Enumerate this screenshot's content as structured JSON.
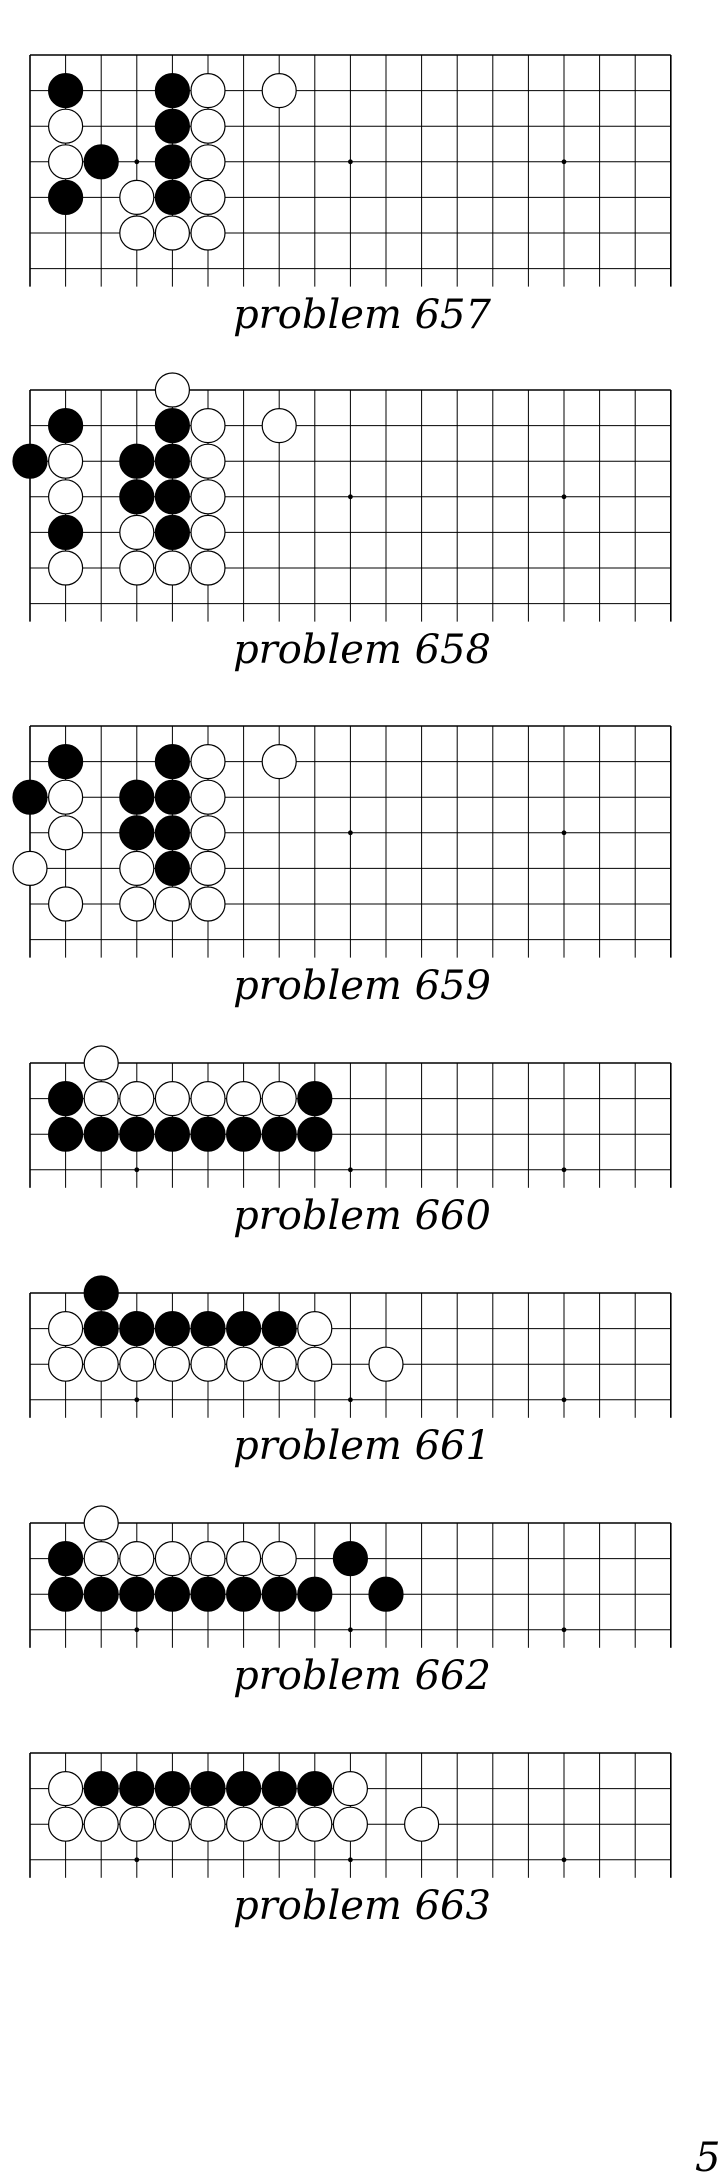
{
  "problems": [
    {
      "caption": "problem 657",
      "rows": 7,
      "bottom_open": true,
      "hoshi_row": 3,
      "black": [
        [
          1,
          1
        ],
        [
          1,
          4
        ],
        [
          2,
          4
        ],
        [
          3,
          2
        ],
        [
          3,
          4
        ],
        [
          4,
          1
        ],
        [
          4,
          4
        ]
      ],
      "white": [
        [
          1,
          5
        ],
        [
          1,
          7
        ],
        [
          2,
          1
        ],
        [
          2,
          5
        ],
        [
          3,
          1
        ],
        [
          3,
          5
        ],
        [
          4,
          3
        ],
        [
          4,
          5
        ],
        [
          5,
          3
        ],
        [
          5,
          4
        ],
        [
          5,
          5
        ]
      ]
    },
    {
      "caption": "problem 658",
      "rows": 7,
      "bottom_open": true,
      "hoshi_row": 3,
      "black": [
        [
          1,
          1
        ],
        [
          1,
          4
        ],
        [
          2,
          0
        ],
        [
          2,
          3
        ],
        [
          2,
          4
        ],
        [
          3,
          3
        ],
        [
          3,
          4
        ],
        [
          4,
          1
        ],
        [
          4,
          4
        ]
      ],
      "white": [
        [
          0,
          4
        ],
        [
          1,
          5
        ],
        [
          1,
          7
        ],
        [
          2,
          1
        ],
        [
          2,
          5
        ],
        [
          3,
          1
        ],
        [
          3,
          5
        ],
        [
          4,
          3
        ],
        [
          4,
          5
        ],
        [
          5,
          1
        ],
        [
          5,
          3
        ],
        [
          5,
          4
        ],
        [
          5,
          5
        ]
      ]
    },
    {
      "caption": "problem 659",
      "rows": 7,
      "bottom_open": true,
      "hoshi_row": 3,
      "black": [
        [
          1,
          1
        ],
        [
          1,
          4
        ],
        [
          2,
          0
        ],
        [
          2,
          3
        ],
        [
          2,
          4
        ],
        [
          3,
          3
        ],
        [
          3,
          4
        ],
        [
          4,
          4
        ]
      ],
      "white": [
        [
          1,
          5
        ],
        [
          1,
          7
        ],
        [
          2,
          1
        ],
        [
          2,
          5
        ],
        [
          3,
          1
        ],
        [
          3,
          5
        ],
        [
          4,
          0
        ],
        [
          4,
          3
        ],
        [
          4,
          5
        ],
        [
          5,
          1
        ],
        [
          5,
          3
        ],
        [
          5,
          4
        ],
        [
          5,
          5
        ]
      ]
    },
    {
      "caption": "problem 660",
      "rows": 4,
      "bottom_open": true,
      "hoshi_row": 3,
      "black": [
        [
          1,
          1
        ],
        [
          1,
          8
        ],
        [
          2,
          1
        ],
        [
          2,
          2
        ],
        [
          2,
          3
        ],
        [
          2,
          4
        ],
        [
          2,
          5
        ],
        [
          2,
          6
        ],
        [
          2,
          7
        ],
        [
          2,
          8
        ]
      ],
      "white": [
        [
          0,
          2
        ],
        [
          1,
          2
        ],
        [
          1,
          3
        ],
        [
          1,
          4
        ],
        [
          1,
          5
        ],
        [
          1,
          6
        ],
        [
          1,
          7
        ]
      ]
    },
    {
      "caption": "problem 661",
      "rows": 4,
      "bottom_open": true,
      "hoshi_row": 3,
      "black": [
        [
          0,
          2
        ],
        [
          1,
          2
        ],
        [
          1,
          3
        ],
        [
          1,
          4
        ],
        [
          1,
          5
        ],
        [
          1,
          6
        ],
        [
          1,
          7
        ]
      ],
      "white": [
        [
          1,
          1
        ],
        [
          1,
          8
        ],
        [
          2,
          1
        ],
        [
          2,
          2
        ],
        [
          2,
          3
        ],
        [
          2,
          4
        ],
        [
          2,
          5
        ],
        [
          2,
          6
        ],
        [
          2,
          7
        ],
        [
          2,
          8
        ],
        [
          2,
          10
        ]
      ]
    },
    {
      "caption": "problem 662",
      "rows": 4,
      "bottom_open": true,
      "hoshi_row": 3,
      "black": [
        [
          1,
          1
        ],
        [
          1,
          9
        ],
        [
          2,
          1
        ],
        [
          2,
          2
        ],
        [
          2,
          3
        ],
        [
          2,
          4
        ],
        [
          2,
          5
        ],
        [
          2,
          6
        ],
        [
          2,
          7
        ],
        [
          2,
          8
        ],
        [
          2,
          10
        ]
      ],
      "white": [
        [
          0,
          2
        ],
        [
          1,
          2
        ],
        [
          1,
          3
        ],
        [
          1,
          4
        ],
        [
          1,
          5
        ],
        [
          1,
          6
        ],
        [
          1,
          7
        ]
      ]
    },
    {
      "caption": "problem 663",
      "rows": 4,
      "bottom_open": true,
      "hoshi_row": 3,
      "black": [
        [
          1,
          2
        ],
        [
          1,
          3
        ],
        [
          1,
          4
        ],
        [
          1,
          5
        ],
        [
          1,
          6
        ],
        [
          1,
          7
        ],
        [
          1,
          8
        ]
      ],
      "white": [
        [
          1,
          1
        ],
        [
          1,
          9
        ],
        [
          2,
          1
        ],
        [
          2,
          2
        ],
        [
          2,
          3
        ],
        [
          2,
          4
        ],
        [
          2,
          5
        ],
        [
          2,
          6
        ],
        [
          2,
          7
        ],
        [
          2,
          8
        ],
        [
          2,
          9
        ],
        [
          2,
          11
        ]
      ]
    }
  ],
  "hoshi_cols": [
    3,
    9,
    15
  ],
  "page_number": "5."
}
